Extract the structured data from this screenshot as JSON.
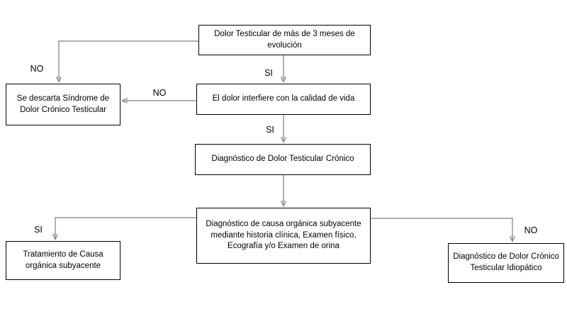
{
  "diagram": {
    "nodes": {
      "duration": {
        "label": "Dolor Testicular de más de 3 meses de evolución"
      },
      "quality_of_life": {
        "label": "El dolor interfiere con la calidad de vida"
      },
      "discard_syndrome": {
        "label": "Se descarta Síndrome de Dolor Crónico Testicular"
      },
      "ctp_diagnosis": {
        "label": "Diagnóstico de Dolor Testicular Crónico"
      },
      "organic_cause_workup": {
        "label": "Diagnóstico de causa orgánica subyacente mediante historia clínica, Examen físico, Ecografía y/o Examen de orina"
      },
      "treat_organic_cause": {
        "label": "Tratamiento de Causa orgánica subyacente"
      },
      "idiopathic_diagnosis": {
        "label": "Diagnóstico de Dolor Crónico Testicular Idiopático"
      }
    },
    "edges": [
      {
        "from": "duration",
        "to": "quality_of_life",
        "label": "SI"
      },
      {
        "from": "duration",
        "to": "discard_syndrome",
        "label": "NO"
      },
      {
        "from": "quality_of_life",
        "to": "discard_syndrome",
        "label": "NO"
      },
      {
        "from": "quality_of_life",
        "to": "ctp_diagnosis",
        "label": "SI"
      },
      {
        "from": "ctp_diagnosis",
        "to": "organic_cause_workup",
        "label": ""
      },
      {
        "from": "organic_cause_workup",
        "to": "treat_organic_cause",
        "label": "SI"
      },
      {
        "from": "organic_cause_workup",
        "to": "idiopathic_diagnosis",
        "label": "NO"
      }
    ],
    "colors": {
      "connector": "#808080",
      "arrowhead": "#262626",
      "box_border": "#000000",
      "text": "#000000",
      "background": "#ffffff"
    }
  }
}
